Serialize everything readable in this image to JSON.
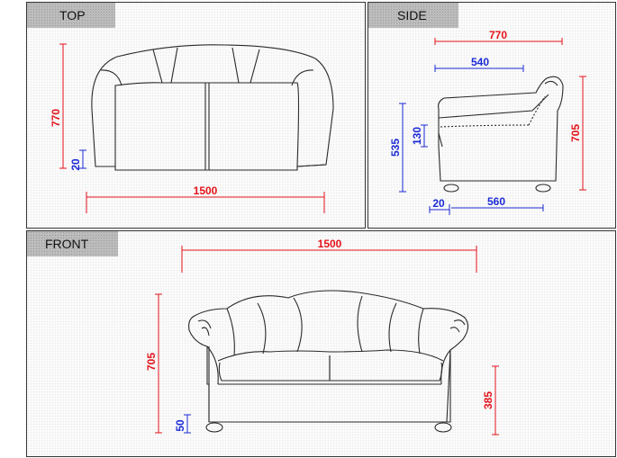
{
  "panels": {
    "top": {
      "label": "TOP",
      "dims": {
        "depth": "770",
        "leg": "20",
        "width": "1500"
      }
    },
    "side": {
      "label": "SIDE",
      "dims": {
        "depth": "770",
        "seat_depth": "540",
        "arm": "130",
        "seat_height": "535",
        "height": "705",
        "leg": "20",
        "base": "560"
      }
    },
    "front": {
      "label": "FRONT",
      "dims": {
        "width": "1500",
        "height": "705",
        "leg": "50",
        "arm_height": "385"
      }
    }
  },
  "colors": {
    "dimension_red": "#e4131a",
    "dimension_blue": "#1a2ad6",
    "tab_gray": "#bdbdbd",
    "outline": "#2a2a2a"
  }
}
